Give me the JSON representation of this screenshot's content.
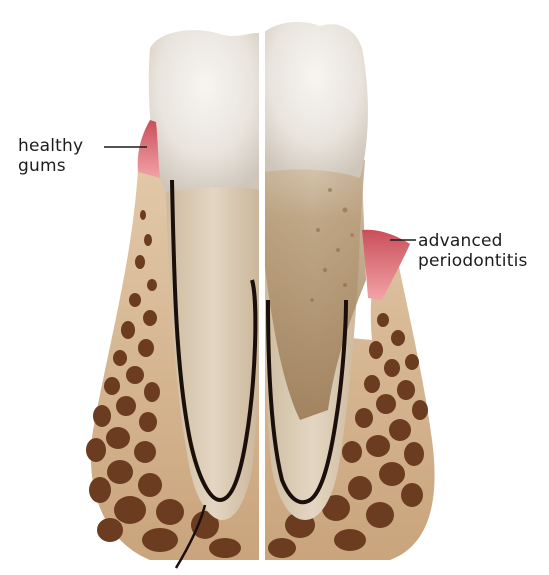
{
  "labels": {
    "healthy": {
      "line1": "healthy",
      "line2": "gums"
    },
    "periodontitis": {
      "line1": "advanced",
      "line2": "periodontitis"
    }
  },
  "colors": {
    "enamel": "#ece7e1",
    "root": "#dacbb4",
    "bone": "#d8b995",
    "marrow": "#6e3f22",
    "gum": "#e07a82",
    "calculus": "#a48c6e",
    "canal": "#1a0f0a",
    "divider": "#ffffff"
  },
  "icons": {
    "figure": "tooth-cross-section-icon"
  }
}
